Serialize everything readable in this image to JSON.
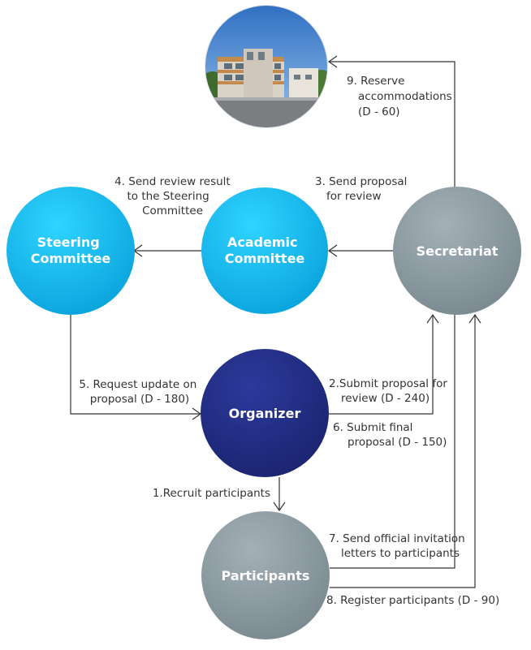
{
  "nodes": {
    "steering": {
      "lines": [
        "Steering",
        "Committee"
      ]
    },
    "academic": {
      "lines": [
        "Academic",
        "Committee"
      ]
    },
    "secretariat": {
      "lines": [
        "Secretariat"
      ]
    },
    "organizer": {
      "lines": [
        "Organizer"
      ]
    },
    "participants": {
      "lines": [
        "Participants"
      ]
    }
  },
  "steps": {
    "s1": [
      "1.Recruit participants"
    ],
    "s2": [
      "2.Submit proposal for",
      "review (D - 240)"
    ],
    "s3": [
      "3. Send proposal",
      "for review"
    ],
    "s4": [
      "4. Send review result",
      "to the Steering",
      "Committee"
    ],
    "s5": [
      "5. Request update on",
      "proposal (D - 180)"
    ],
    "s6": [
      "6. Submit final",
      "proposal (D - 150)"
    ],
    "s7": [
      "7. Send official invitation",
      "letters to participants"
    ],
    "s8": [
      "8. Register participants (D - 90)"
    ],
    "s9": [
      "9. Reserve",
      "accommodations",
      "(D - 60)"
    ]
  },
  "colors": {
    "committee": "#1ab6ec",
    "secretariat": "#8c9ba3",
    "organizer": "#232f86",
    "participants": "#8c9ba3",
    "line": "#333333"
  },
  "photo": {
    "icon": "building-photo"
  }
}
